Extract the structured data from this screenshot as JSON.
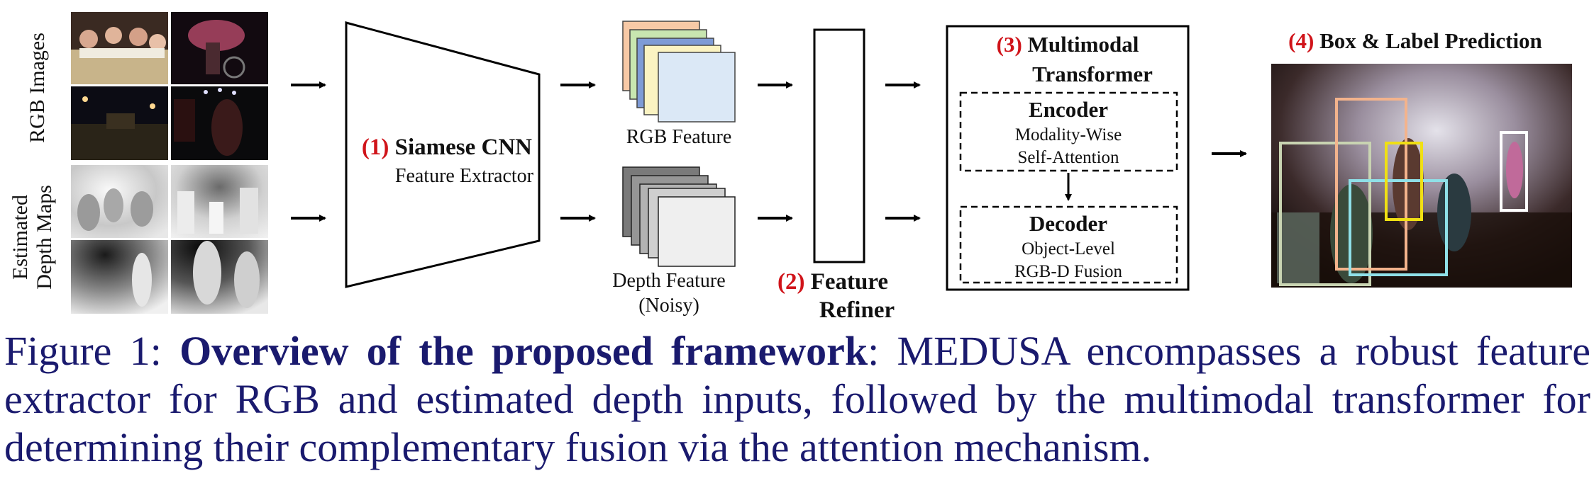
{
  "figure": {
    "side_labels": {
      "rgb": "RGB Images",
      "depth_line1": "Estimated",
      "depth_line2": "Depth Maps"
    },
    "extractor": {
      "number": "(1)",
      "title": "Siamese CNN",
      "subtitle": "Feature Extractor"
    },
    "rgb_feature_label": "RGB Feature",
    "depth_feature_label_line1": "Depth Feature",
    "depth_feature_label_line2": "(Noisy)",
    "refiner": {
      "number": "(2)",
      "title_line1": "Feature",
      "title_line2": "Refiner"
    },
    "transformer": {
      "number": "(3)",
      "title_line1": "Multimodal",
      "title_line2": "Transformer",
      "encoder": {
        "title": "Encoder",
        "line1": "Modality-Wise",
        "line2": "Self-Attention"
      },
      "decoder": {
        "title": "Decoder",
        "line1": "Object-Level",
        "line2": "RGB-D Fusion"
      }
    },
    "prediction": {
      "number": "(4)",
      "title": "Box & Label Prediction"
    },
    "colors": {
      "number_red": "#d0141a",
      "rgb_feature_layers": [
        "#f7c9a6",
        "#c8e6b0",
        "#7e9bd6",
        "#fbf3c2",
        "#dbe8f6"
      ],
      "depth_feature_layers": [
        "#7a7a7a",
        "#969696",
        "#b2b2b2",
        "#cfcfcf",
        "#efefef"
      ],
      "box_colors": [
        "#c9d4b2",
        "#f3b38c",
        "#8fe0e8",
        "#f0e013",
        "#ffffff"
      ]
    }
  },
  "caption": {
    "prefix": "Figure 1: ",
    "bold": "Overview of the proposed framework",
    "rest": ": MEDUSA encompasses a robust feature extractor for RGB and estimated depth inputs, followed by the multimodal transformer for determining their complementary fusion via the attention mechanism."
  }
}
